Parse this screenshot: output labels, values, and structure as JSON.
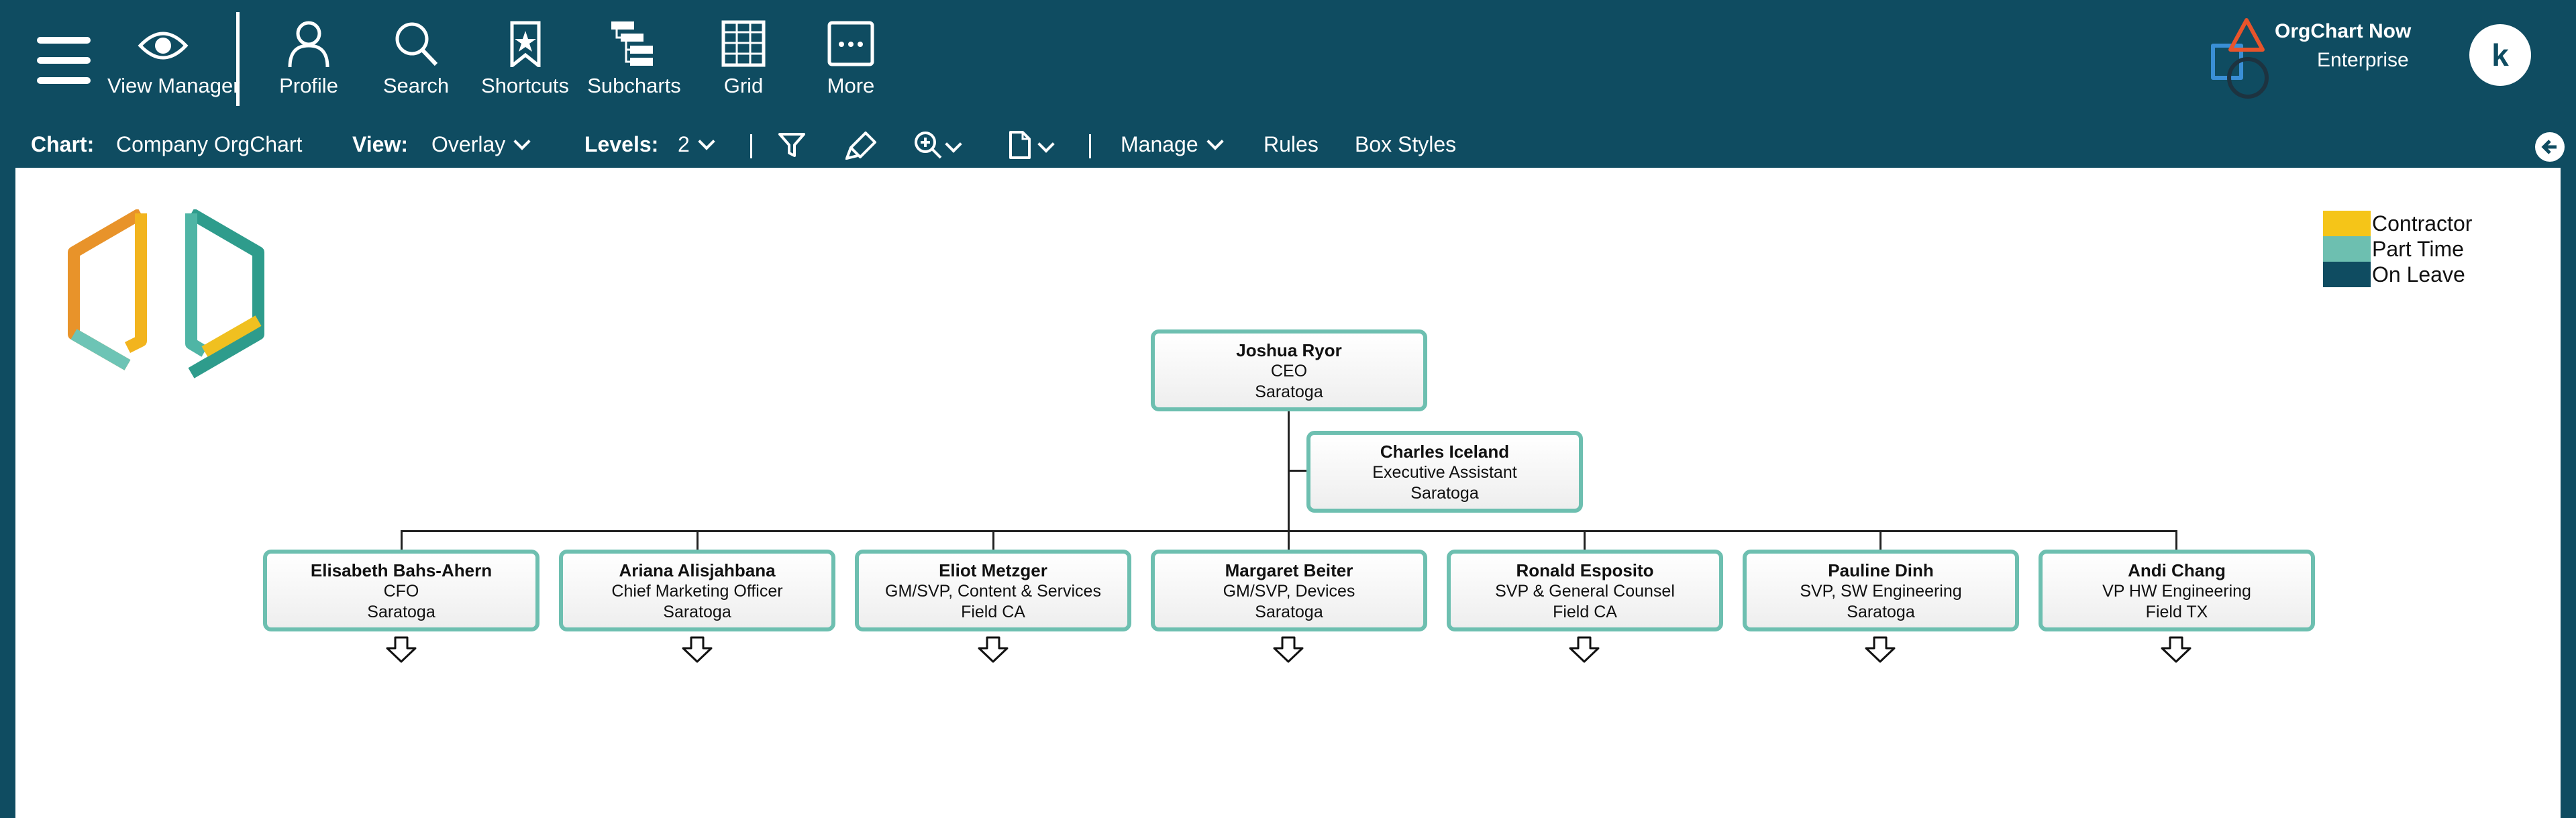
{
  "toolbar": {
    "items": [
      {
        "label": "View Manager",
        "icon": "eye-icon"
      },
      {
        "label": "Profile",
        "icon": "person-icon"
      },
      {
        "label": "Search",
        "icon": "search-icon"
      },
      {
        "label": "Shortcuts",
        "icon": "bookmark-star-icon"
      },
      {
        "label": "Subcharts",
        "icon": "subcharts-icon"
      },
      {
        "label": "Grid",
        "icon": "grid-icon"
      },
      {
        "label": "More",
        "icon": "more-icon"
      }
    ]
  },
  "brand": {
    "title": "OrgChart Now",
    "subtitle": "Enterprise"
  },
  "user": {
    "initial": "k"
  },
  "chart_bar": {
    "chart_label": "Chart:",
    "chart_value": "Company OrgChart",
    "view_label": "View:",
    "view_value": "Overlay",
    "levels_label": "Levels:",
    "levels_value": "2",
    "manage": "Manage",
    "rules": "Rules",
    "box_styles": "Box Styles"
  },
  "legend": [
    {
      "label": "Contractor",
      "color": "#f5c518"
    },
    {
      "label": "Part Time",
      "color": "#6dbfb0"
    },
    {
      "label": "On Leave",
      "color": "#0f4c61"
    }
  ],
  "org": {
    "root": {
      "name": "Joshua Ryor",
      "title": "CEO",
      "location": "Saratoga"
    },
    "assistant": {
      "name": "Charles Iceland",
      "title": "Executive Assistant",
      "location": "Saratoga"
    },
    "reports": [
      {
        "name": "Elisabeth Bahs-Ahern",
        "title": "CFO",
        "location": "Saratoga"
      },
      {
        "name": "Ariana Alisjahbana",
        "title": "Chief Marketing Officer",
        "location": "Saratoga"
      },
      {
        "name": "Eliot Metzger",
        "title": "GM/SVP, Content & Services",
        "location": "Field CA"
      },
      {
        "name": "Margaret Beiter",
        "title": "GM/SVP, Devices",
        "location": "Saratoga"
      },
      {
        "name": "Ronald Esposito",
        "title": "SVP & General Counsel",
        "location": "Field CA"
      },
      {
        "name": "Pauline Dinh",
        "title": "SVP, SW Engineering",
        "location": "Saratoga"
      },
      {
        "name": "Andi Chang",
        "title": "VP HW Engineering",
        "location": "Field TX"
      }
    ]
  }
}
